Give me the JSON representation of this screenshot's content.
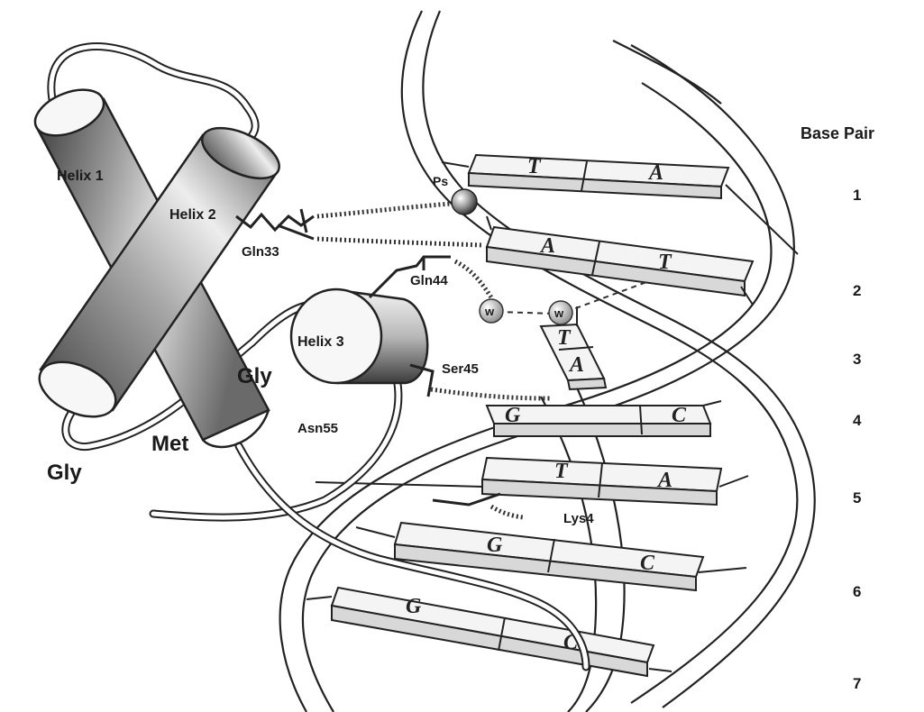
{
  "header": {
    "base_pair_label": "Base Pair"
  },
  "base_pair_numbers": [
    "1",
    "2",
    "3",
    "4",
    "5",
    "6",
    "7"
  ],
  "helices": {
    "h1": "Helix 1",
    "h2": "Helix 2",
    "h3": "Helix 3"
  },
  "residues": {
    "gln33": "Gln33",
    "gln44": "Gln44",
    "ser45": "Ser45",
    "asn55": "Asn55",
    "lys4": "Lys4",
    "gly_left": "Gly",
    "gly_mid": "Gly",
    "met": "Met"
  },
  "markers": {
    "phosphate": "Ps",
    "water_1": "w",
    "water_2": "w"
  },
  "bases": {
    "bp1": [
      "T",
      "A"
    ],
    "bp2": [
      "A",
      "T"
    ],
    "bp3": [
      "T",
      "A"
    ],
    "bp4": [
      "G",
      "C"
    ],
    "bp5": [
      "T",
      "A"
    ],
    "bp6": [
      "G",
      "C"
    ],
    "bp7": [
      "G",
      "C"
    ]
  }
}
